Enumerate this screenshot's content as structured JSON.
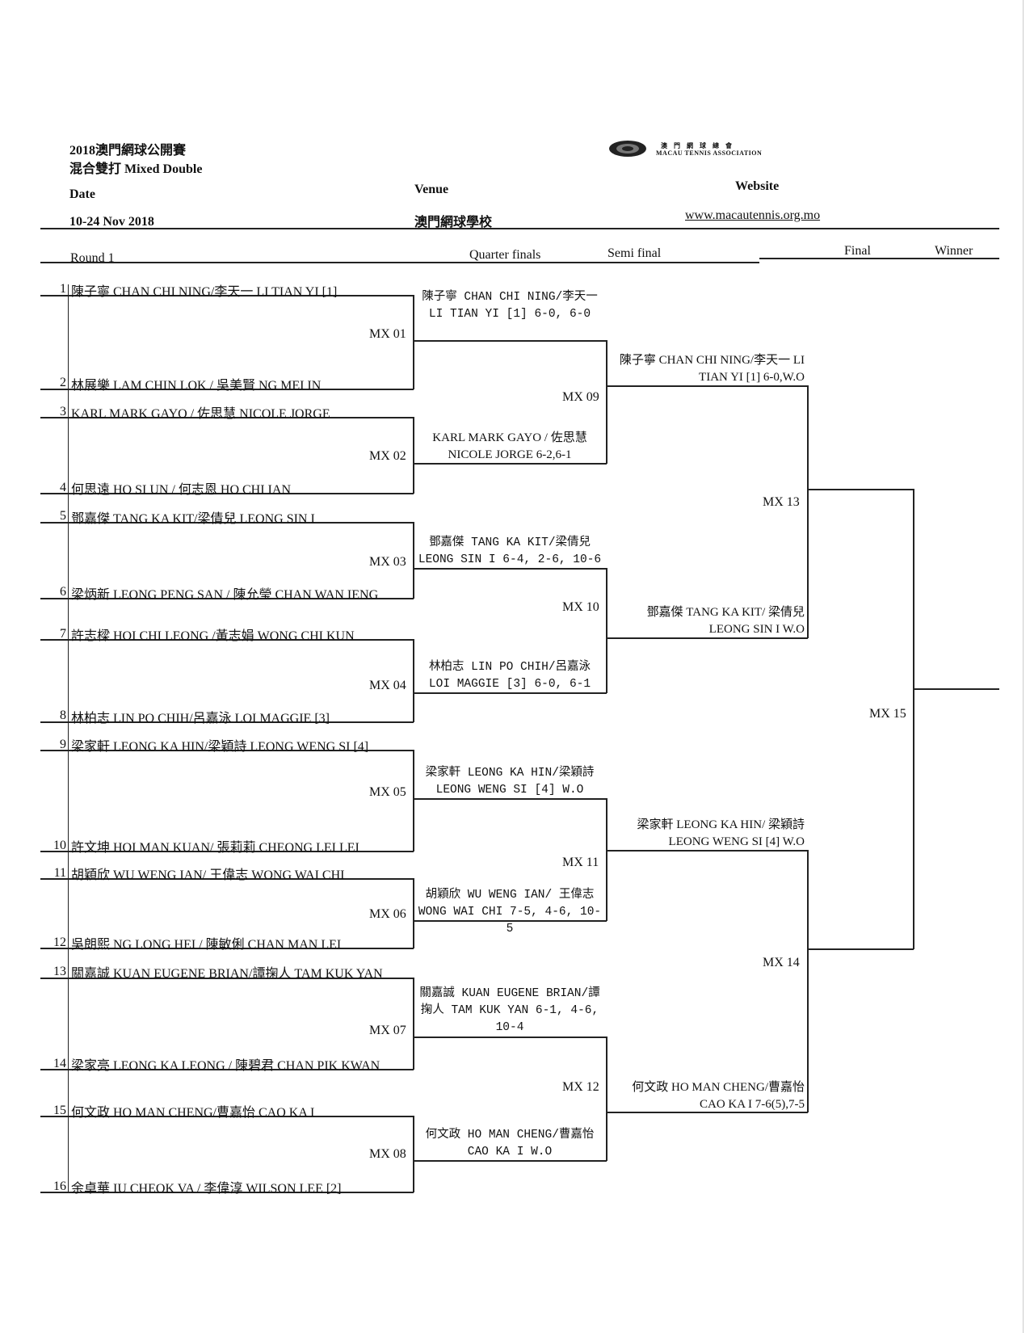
{
  "header": {
    "title_line1": "2018澳門網球公開賽",
    "title_line2": "混合雙打  Mixed Double",
    "date_label": "Date",
    "date_value": "10-24 Nov 2018",
    "venue_label": "Venue",
    "venue_value": "澳門網球學校",
    "website_label": "Website",
    "website_value": "www.macautennis.org.mo",
    "logo_text_cn": "澳  門  網  球  總  會",
    "logo_text_en": "MACAU  TENNIS  ASSOCIATION"
  },
  "columns": {
    "round1": "Round 1",
    "quarter": "Quarter finals",
    "semi": "Semi final",
    "final": "Final",
    "winner": "Winner"
  },
  "round1": [
    {
      "seed": "1",
      "name": "陳子寧 CHAN CHI NING/李天一 LI TIAN YI [1]"
    },
    {
      "seed": "2",
      "name": "林展樂 LAM CHIN LOK / 吳美賢 NG MEI IN"
    },
    {
      "seed": "3",
      "name": "KARL MARK GAYO / 佐思慧 NICOLE JORGE"
    },
    {
      "seed": "4",
      "name": "何思遠  HO SI UN / 何志恩 HO CHI IAN"
    },
    {
      "seed": "5",
      "name": "鄧嘉傑 TANG KA KIT/梁倩兒 LEONG SIN I"
    },
    {
      "seed": "6",
      "name": "梁炳新 LEONG PENG SAN / 陳允瑩 CHAN WAN IENG"
    },
    {
      "seed": "7",
      "name": "許志樑 HOI CHI LEONG /黃志娟 WONG CHI KUN"
    },
    {
      "seed": "8",
      "name": "林柏志 LIN PO CHIH/呂嘉泳 LOI MAGGIE  [3]"
    },
    {
      "seed": "9",
      "name": "梁家軒 LEONG KA HIN/梁穎詩 LEONG WENG SI [4]"
    },
    {
      "seed": "10",
      "name": "許文坤 HOI MAN KUAN/ 張莉莉 CHEONG LEI LEI"
    },
    {
      "seed": "11",
      "name": "胡穎欣 WU WENG IAN/ 王偉志 WONG WAI CHI"
    },
    {
      "seed": "12",
      "name": "吳朗熙 NG LONG HEI / 陳敏俐 CHAN MAN LEI"
    },
    {
      "seed": "13",
      "name": "關嘉誠 KUAN EUGENE BRIAN/譚掬人 TAM KUK YAN"
    },
    {
      "seed": "14",
      "name": "梁家亮 LEONG KA LEONG / 陳碧君 CHAN PIK KWAN"
    },
    {
      "seed": "15",
      "name": "何文政 HO MAN CHENG/曹嘉怡 CAO KA I"
    },
    {
      "seed": "16",
      "name": "余卓華 IU CHEOK VA / 李偉淳 WILSON LEE [2]"
    }
  ],
  "matches": {
    "mx01": "MX 01",
    "mx02": "MX 02",
    "mx03": "MX 03",
    "mx04": "MX 04",
    "mx05": "MX 05",
    "mx06": "MX 06",
    "mx07": "MX 07",
    "mx08": "MX 08",
    "mx09": "MX 09",
    "mx10": "MX 10",
    "mx11": "MX 11",
    "mx12": "MX 12",
    "mx13": "MX 13",
    "mx14": "MX 14",
    "mx15": "MX 15"
  },
  "quarter_results": [
    "陳子寧 CHAN CHI NING/李天一 LI TIAN YI [1]      6-0, 6-0",
    "KARL MARK GAYO / 佐思慧 NICOLE JORGE 6-2,6-1",
    "鄧嘉傑 TANG KA KIT/梁倩兒 LEONG SIN I 6-4, 2-6, 10-6",
    "林柏志 LIN PO CHIH/呂嘉泳 LOI MAGGIE  [3] 6-0, 6-1",
    "梁家軒 LEONG KA HIN/梁穎詩 LEONG WENG SI [4] W.O",
    "胡穎欣 WU WENG IAN/ 王偉志 WONG WAI CHI 7-5, 4-6, 10-5",
    "關嘉誠 KUAN EUGENE BRIAN/譚掬人 TAM KUK YAN 6-1, 4-6, 10-4",
    "何文政 HO MAN CHENG/曹嘉怡 CAO KA I W.O"
  ],
  "semi_results": [
    "陳子寧 CHAN CHI NING/李天一 LI TIAN YI [1] 6-0,W.O",
    "鄧嘉傑 TANG KA KIT/    梁倩兒 LEONG SIN I W.O",
    "梁家軒 LEONG KA HIN/ 梁穎詩 LEONG WENG SI [4] W.O",
    "何文政 HO MAN CHENG/曹嘉怡 CAO KA I 7-6(5),7-5"
  ]
}
